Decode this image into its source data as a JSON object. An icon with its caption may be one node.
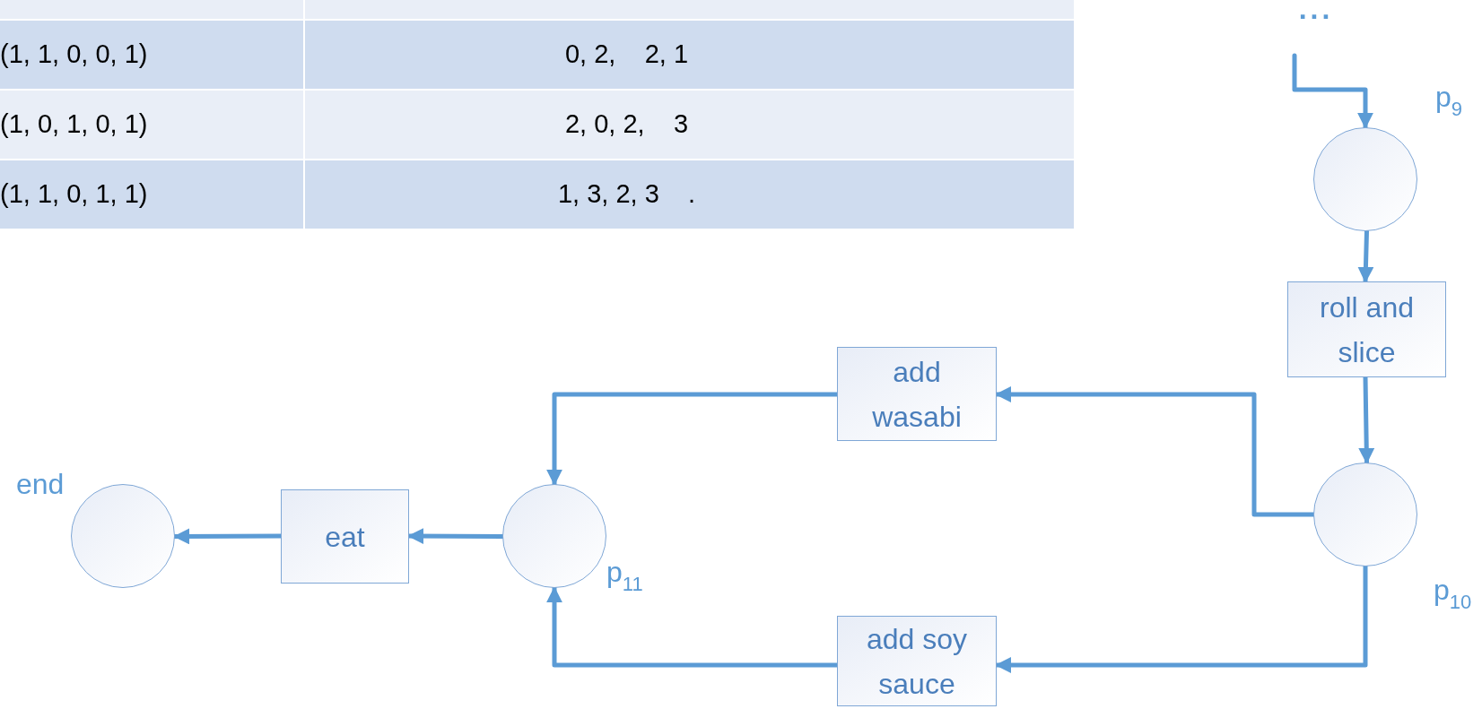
{
  "diagram": {
    "nodes": [
      {
        "text": [
          "..."
        ]
      },
      {
        "text": [],
        "shape": "circle",
        "beside": [
          "p$_{9}$"
        ]
      },
      {
        "text": [
          "roll and slice"
        ]
      },
      {
        "text": [
          "add wasabi"
        ]
      },
      {
        "text": [],
        "shape": "circle",
        "beside": [
          "end"
        ]
      },
      {
        "text": [
          "eat"
        ]
      },
      {
        "text": [],
        "shape": "circle",
        "beside": [
          "p$_{11}$"
        ]
      },
      {
        "text": [],
        "shape": "circle",
        "beside": [
          "p$_{10}$"
        ]
      },
      {
        "text": [
          "add soy sauce"
        ]
      }
    ],
    "edges": [
      {
        "from": 0,
        "to": 1,
        "arrow": "to"
      },
      {
        "from": 1,
        "to": 2,
        "arrow": "to"
      },
      {
        "from": 2,
        "to": 7,
        "arrow": "to"
      },
      {
        "from": 7,
        "to": 3,
        "arrow": "to"
      },
      {
        "from": 3,
        "to": 6,
        "arrow": "to"
      },
      {
        "from": 7,
        "to": 8,
        "arrow": "to"
      },
      {
        "from": 8,
        "to": 6,
        "arrow": "to"
      },
      {
        "from": 6,
        "to": 5,
        "arrow": "to"
      },
      {
        "from": 5,
        "to": 4,
        "arrow": "to"
      }
    ],
    "labels": [
      "(1, 1, 0, 0, 1)",
      "0, 2,    2, 1",
      "(1, 0, 1, 0, 1)",
      "2, 0, 2,    3",
      "(1, 1, 0, 1, 1)",
      "1, 3, 2, 3    ."
    ]
  }
}
